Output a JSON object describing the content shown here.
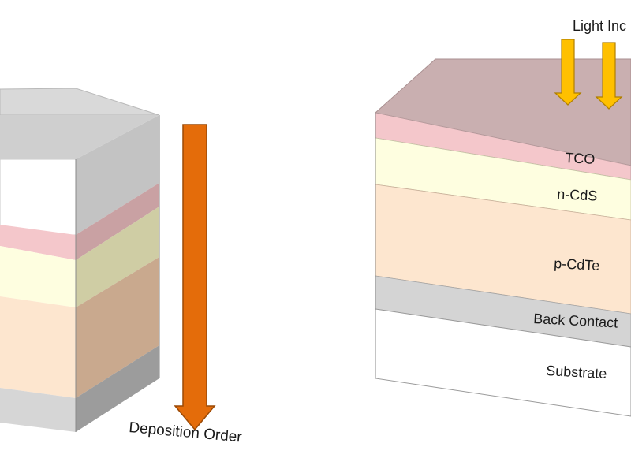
{
  "left_stack": {
    "arrow_label": "Deposition Order",
    "colors": {
      "arrow_fill": "#e46c0a",
      "arrow_stroke": "#9c4a06",
      "top_face": "#d9d9d9",
      "substrate_front": "#ffffff",
      "substrate_side": "#c3c3c3",
      "tco_front": "#f4c7cb",
      "tco_side": "#c9a1a3",
      "cds_front": "#fefee0",
      "cds_side": "#cfcda4",
      "cdte_front": "#fde6cf",
      "cdte_side": "#c9a98e",
      "contact_front": "#d6d6d6",
      "contact_side": "#9c9c9c"
    }
  },
  "right_stack": {
    "incident_label": "Light Inc",
    "layers": {
      "tco": "TCO",
      "cds": "n-CdS",
      "cdte": "p-CdTe",
      "back_contact": "Back Contact",
      "substrate": "Substrate"
    },
    "colors": {
      "top_face": "#c9afb0",
      "tco_front": "#f4c7cb",
      "cds_front": "#fefee0",
      "cdte_front": "#fde6cf",
      "contact_front": "#d4d4d4",
      "substrate_front": "#ffffff",
      "light_arrow_fill": "#ffc000",
      "light_arrow_stroke": "#b07f00"
    }
  }
}
